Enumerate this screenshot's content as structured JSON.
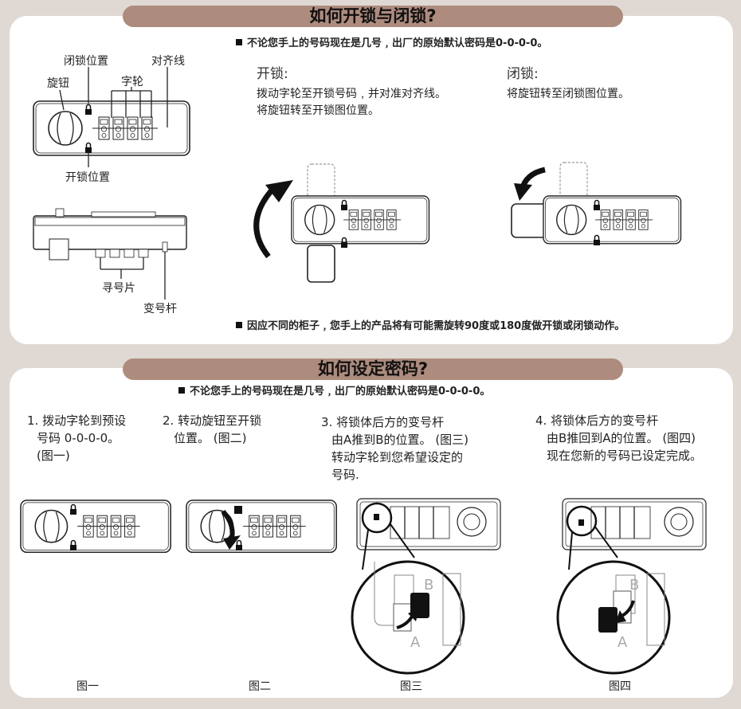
{
  "section1": {
    "title": "如何开锁与闭锁?",
    "note1": "不论您手上的号码现在是几号﹐出厂的原始默认密码是0-0-0-0。",
    "labels": {
      "closed_pos": "闭锁位置",
      "knob": "旋钮",
      "wheels": "字轮",
      "align_line": "对齐线",
      "open_pos": "开锁位置",
      "find_plate": "寻号片",
      "change_lever": "变号杆"
    },
    "open": {
      "heading": "开锁:",
      "line1": "拨动字轮至开锁号码﹐并对准对齐线。",
      "line2": "将旋钮转至开锁图位置。"
    },
    "close": {
      "heading": "闭锁:",
      "line1": "将旋钮转至闭锁图位置。"
    },
    "note2": "因应不同的柜子﹐您手上的产品将有可能需旋转90度或180度做开锁或闭锁动作。"
  },
  "section2": {
    "title": "如何设定密码?",
    "note": "不论您手上的号码现在是几号﹐出厂的原始默认密码是0-0-0-0。",
    "steps": [
      {
        "l1": "1. 拨动字轮到预设",
        "l2": "号码 0-0-0-0。",
        "l3": "(图一)"
      },
      {
        "l1": "2. 转动旋钮至开锁",
        "l2": "位置。 (图二)"
      },
      {
        "l1": "3. 将锁体后方的变号杆",
        "l2": "由A推到B的位置。 (图三)",
        "l3": "转动字轮到您希望设定的",
        "l4": "号码."
      },
      {
        "l1": "4. 将锁体后方的变号杆",
        "l2": "由B推回到A的位置。 (图四)",
        "l3": "现在您新的号码已设定完成。"
      }
    ],
    "captions": [
      "图一",
      "图二",
      "图三",
      "图四"
    ],
    "letters": {
      "a": "A",
      "b": "B"
    }
  }
}
